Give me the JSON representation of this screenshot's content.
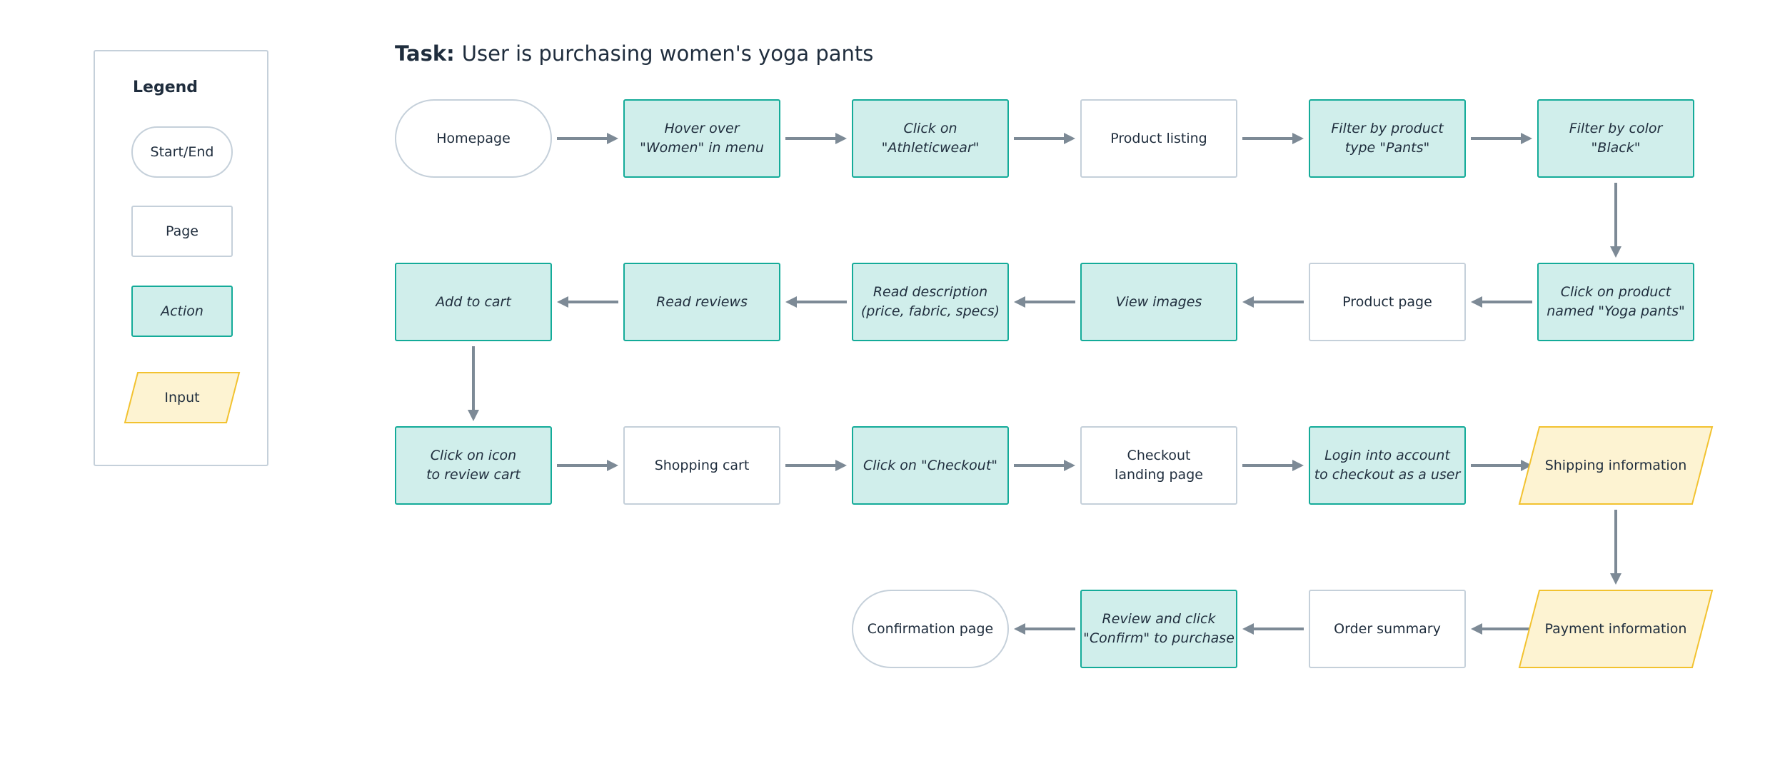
{
  "task": {
    "label": "Task:",
    "text": "User is purchasing women's yoga pants"
  },
  "legend": {
    "title": "Legend",
    "items": [
      {
        "kind": "terminal",
        "label": "Start/End"
      },
      {
        "kind": "page",
        "label": "Page"
      },
      {
        "kind": "action",
        "label": "Action"
      },
      {
        "kind": "input",
        "label": "Input"
      }
    ]
  },
  "nodes": [
    {
      "id": "homepage",
      "kind": "terminal",
      "label": "Homepage"
    },
    {
      "id": "hover-women",
      "kind": "action",
      "label": "Hover over\n\"Women\" in menu"
    },
    {
      "id": "click-athleticwear",
      "kind": "action",
      "label": "Click on\n\"Athleticwear\""
    },
    {
      "id": "product-listing",
      "kind": "page",
      "label": "Product listing"
    },
    {
      "id": "filter-type",
      "kind": "action",
      "label": "Filter by product\ntype \"Pants\""
    },
    {
      "id": "filter-color",
      "kind": "action",
      "label": "Filter by color\n\"Black\""
    },
    {
      "id": "click-product",
      "kind": "action",
      "label": "Click on product\nnamed \"Yoga pants\""
    },
    {
      "id": "product-page",
      "kind": "page",
      "label": "Product page"
    },
    {
      "id": "view-images",
      "kind": "action",
      "label": "View images"
    },
    {
      "id": "read-description",
      "kind": "action",
      "label": "Read description\n(price, fabric, specs)"
    },
    {
      "id": "read-reviews",
      "kind": "action",
      "label": "Read reviews"
    },
    {
      "id": "add-to-cart",
      "kind": "action",
      "label": "Add to cart"
    },
    {
      "id": "click-cart-icon",
      "kind": "action",
      "label": "Click on icon\nto review cart"
    },
    {
      "id": "shopping-cart",
      "kind": "page",
      "label": "Shopping cart"
    },
    {
      "id": "click-checkout",
      "kind": "action",
      "label": "Click on \"Checkout\""
    },
    {
      "id": "checkout-landing",
      "kind": "page",
      "label": "Checkout\nlanding page"
    },
    {
      "id": "login-checkout",
      "kind": "action",
      "label": "Login into account\nto checkout as a user"
    },
    {
      "id": "shipping-info",
      "kind": "input",
      "label": "Shipping information"
    },
    {
      "id": "payment-info",
      "kind": "input",
      "label": "Payment information"
    },
    {
      "id": "order-summary",
      "kind": "page",
      "label": "Order summary"
    },
    {
      "id": "review-confirm",
      "kind": "action",
      "label": "Review and click\n\"Confirm\" to purchase"
    },
    {
      "id": "confirmation-page",
      "kind": "terminal",
      "label": "Confirmation page"
    }
  ],
  "edges": [
    [
      "homepage",
      "hover-women"
    ],
    [
      "hover-women",
      "click-athleticwear"
    ],
    [
      "click-athleticwear",
      "product-listing"
    ],
    [
      "product-listing",
      "filter-type"
    ],
    [
      "filter-type",
      "filter-color"
    ],
    [
      "filter-color",
      "click-product"
    ],
    [
      "click-product",
      "product-page"
    ],
    [
      "product-page",
      "view-images"
    ],
    [
      "view-images",
      "read-description"
    ],
    [
      "read-description",
      "read-reviews"
    ],
    [
      "read-reviews",
      "add-to-cart"
    ],
    [
      "add-to-cart",
      "click-cart-icon"
    ],
    [
      "click-cart-icon",
      "shopping-cart"
    ],
    [
      "shopping-cart",
      "click-checkout"
    ],
    [
      "click-checkout",
      "checkout-landing"
    ],
    [
      "checkout-landing",
      "login-checkout"
    ],
    [
      "login-checkout",
      "shipping-info"
    ],
    [
      "shipping-info",
      "payment-info"
    ],
    [
      "payment-info",
      "order-summary"
    ],
    [
      "order-summary",
      "review-confirm"
    ],
    [
      "review-confirm",
      "confirmation-page"
    ]
  ],
  "colors": {
    "action_fill": "#d0eeeb",
    "action_border": "#14ab99",
    "page_border": "#c5d0da",
    "input_fill": "#fdf3d2",
    "input_border": "#f2c230",
    "arrow": "#7d8a96",
    "text": "#1f2d3d"
  }
}
